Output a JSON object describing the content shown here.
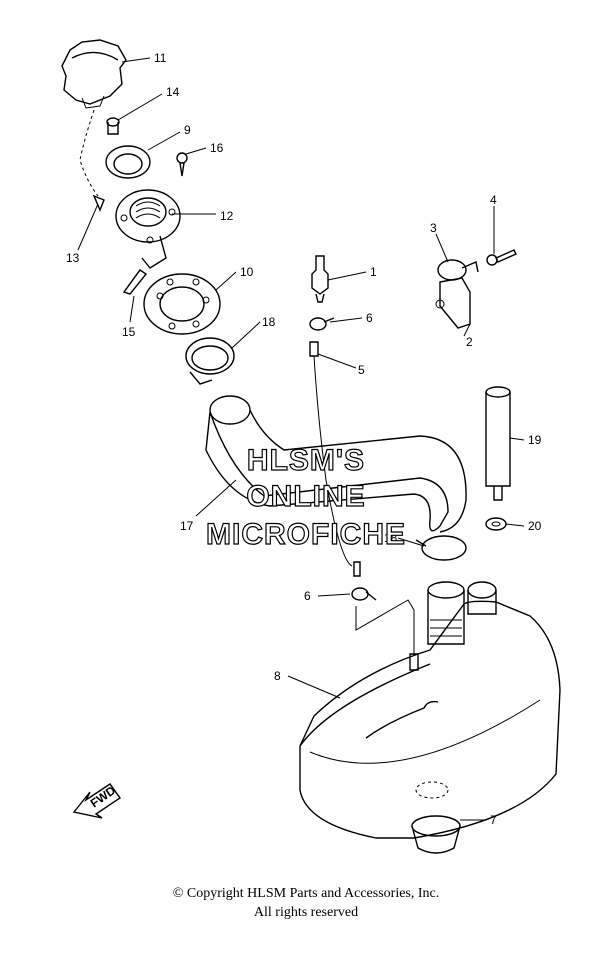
{
  "callouts": [
    {
      "id": "11",
      "label": "11"
    },
    {
      "id": "14",
      "label": "14"
    },
    {
      "id": "9",
      "label": "9"
    },
    {
      "id": "16",
      "label": "16"
    },
    {
      "id": "12",
      "label": "12"
    },
    {
      "id": "13",
      "label": "13"
    },
    {
      "id": "10",
      "label": "10"
    },
    {
      "id": "15",
      "label": "15"
    },
    {
      "id": "18a",
      "label": "18"
    },
    {
      "id": "1",
      "label": "1"
    },
    {
      "id": "6a",
      "label": "6"
    },
    {
      "id": "5",
      "label": "5"
    },
    {
      "id": "4",
      "label": "4"
    },
    {
      "id": "3",
      "label": "3"
    },
    {
      "id": "2",
      "label": "2"
    },
    {
      "id": "19",
      "label": "19"
    },
    {
      "id": "20",
      "label": "20"
    },
    {
      "id": "17",
      "label": "17"
    },
    {
      "id": "18b",
      "label": "18"
    },
    {
      "id": "6b",
      "label": "6"
    },
    {
      "id": "8",
      "label": "8"
    },
    {
      "id": "7",
      "label": "7"
    }
  ],
  "watermark": {
    "line1": "HLSM'S",
    "line2": "ONLINE",
    "line3": "MICROFICHE"
  },
  "fwd_label": "FWD",
  "copyright": {
    "line1": "© Copyright HLSM Parts and Accessories, Inc.",
    "line2": "All rights reserved"
  }
}
